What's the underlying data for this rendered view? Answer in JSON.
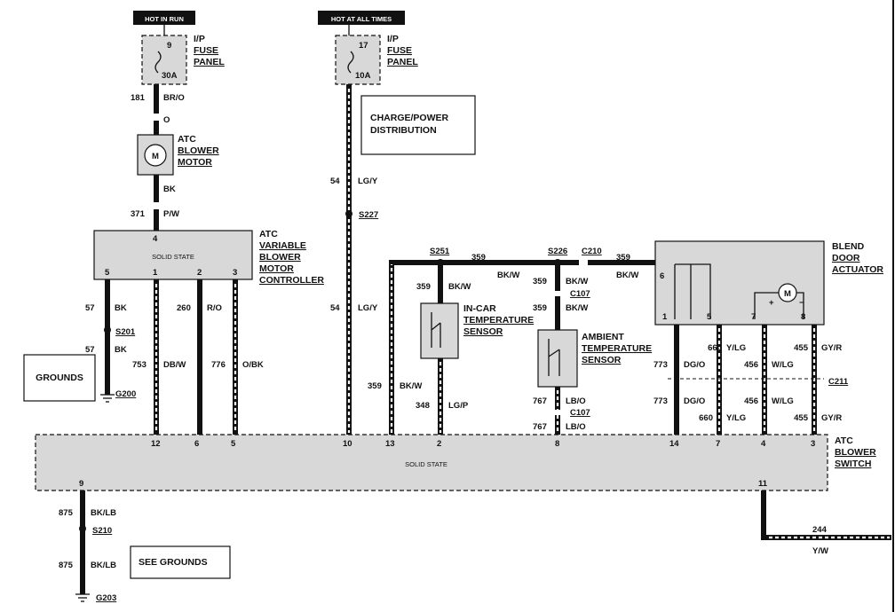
{
  "labels": {
    "hot_in_run": "HOT IN RUN",
    "hot_at_all_times": "HOT AT ALL TIMES",
    "fuse1_num": "9",
    "fuse1_amp": "30A",
    "fuse2_num": "17",
    "fuse2_amp": "10A",
    "ip_fuse_panel": [
      "I/P",
      "FUSE",
      "PANEL"
    ],
    "charge_power": [
      "CHARGE/POWER",
      "DISTRIBUTION"
    ],
    "atc_blower_motor": [
      "ATC",
      "BLOWER",
      "MOTOR"
    ],
    "atc_vbmc": [
      "ATC",
      "VARIABLE",
      "BLOWER",
      "MOTOR",
      "CONTROLLER"
    ],
    "blend_door_actuator": [
      "BLEND",
      "DOOR",
      "ACTUATOR"
    ],
    "atc_blower_switch": [
      "ATC",
      "BLOWER",
      "SWITCH"
    ],
    "in_car_temp_sensor": [
      "IN-CAR",
      "TEMPERATURE",
      "SENSOR"
    ],
    "ambient_temp_sensor": [
      "AMBIENT",
      "TEMPERATURE",
      "SENSOR"
    ],
    "grounds": "GROUNDS",
    "see_grounds": "SEE GROUNDS",
    "solid_state": "SOLID STATE",
    "motor_m": "M"
  },
  "wires": {
    "w181": "181",
    "w181c": "BR/O",
    "o": "O",
    "bk": "BK",
    "w371": "371",
    "w371c": "P/W",
    "w57a": "57",
    "w57ac": "BK",
    "w57b": "57",
    "w57bc": "BK",
    "w753": "753",
    "w753c": "DB/W",
    "w260": "260",
    "w260c": "R/O",
    "w776": "776",
    "w776c": "O/BK",
    "w54a": "54",
    "w54ac": "LG/Y",
    "w54b": "54",
    "w54bc": "LG/Y",
    "w359a": "359",
    "w359ac": "BK/W",
    "w359b": "359",
    "w359bc": "BK/W",
    "w359c": "359",
    "w359cc": "BK/W",
    "w359d": "359",
    "w359dc": "BK/W",
    "w359e": "359",
    "w359ec": "BK/W",
    "w359f": "359",
    "w359fc": "BK/W",
    "w348": "348",
    "w348c": "LG/P",
    "w767a": "767",
    "w767ac": "LB/O",
    "w767b": "767",
    "w767bc": "LB/O",
    "w773a": "773",
    "w773ac": "DG/O",
    "w773b": "773",
    "w773bc": "DG/O",
    "w660a": "660",
    "w660ac": "Y/LG",
    "w660b": "660",
    "w660bc": "Y/LG",
    "w456a": "456",
    "w456ac": "W/LG",
    "w456b": "456",
    "w456bc": "W/LG",
    "w455a": "455",
    "w455ac": "GY/R",
    "w455b": "455",
    "w455bc": "GY/R",
    "w875a": "875",
    "w875ac": "BK/LB",
    "w875b": "875",
    "w875bc": "BK/LB",
    "w244": "244",
    "w244c": "Y/W"
  },
  "splices": {
    "s201": "S201",
    "s227": "S227",
    "s251": "S251",
    "s226": "S226",
    "s210": "S210",
    "g200": "G200",
    "g203": "G203",
    "c210": "C210",
    "c107a": "C107",
    "c107b": "C107",
    "c211": "C211"
  },
  "pins": {
    "vbmc": [
      "4",
      "5",
      "1",
      "2",
      "3"
    ],
    "switch": [
      "12",
      "6",
      "5",
      "10",
      "13",
      "2",
      "8",
      "14",
      "7",
      "4",
      "3",
      "9",
      "11"
    ],
    "blend": [
      "6",
      "1",
      "5",
      "7",
      "8"
    ],
    "plus": "+",
    "minus": "−"
  }
}
